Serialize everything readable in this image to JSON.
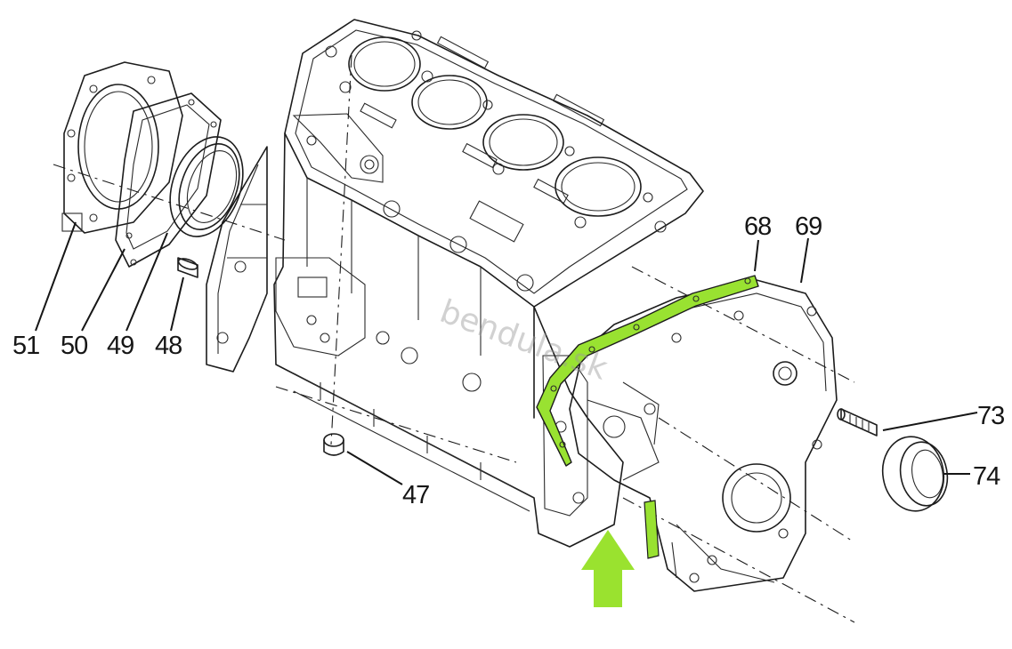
{
  "watermark": "bendula.sk",
  "highlight_color": "#99e231",
  "arrow_color": "#9ae22f",
  "callouts": {
    "c51": "51",
    "c50": "50",
    "c49": "49",
    "c48": "48",
    "c47": "47",
    "c68": "68",
    "c69": "69",
    "c73": "73",
    "c74": "74"
  }
}
